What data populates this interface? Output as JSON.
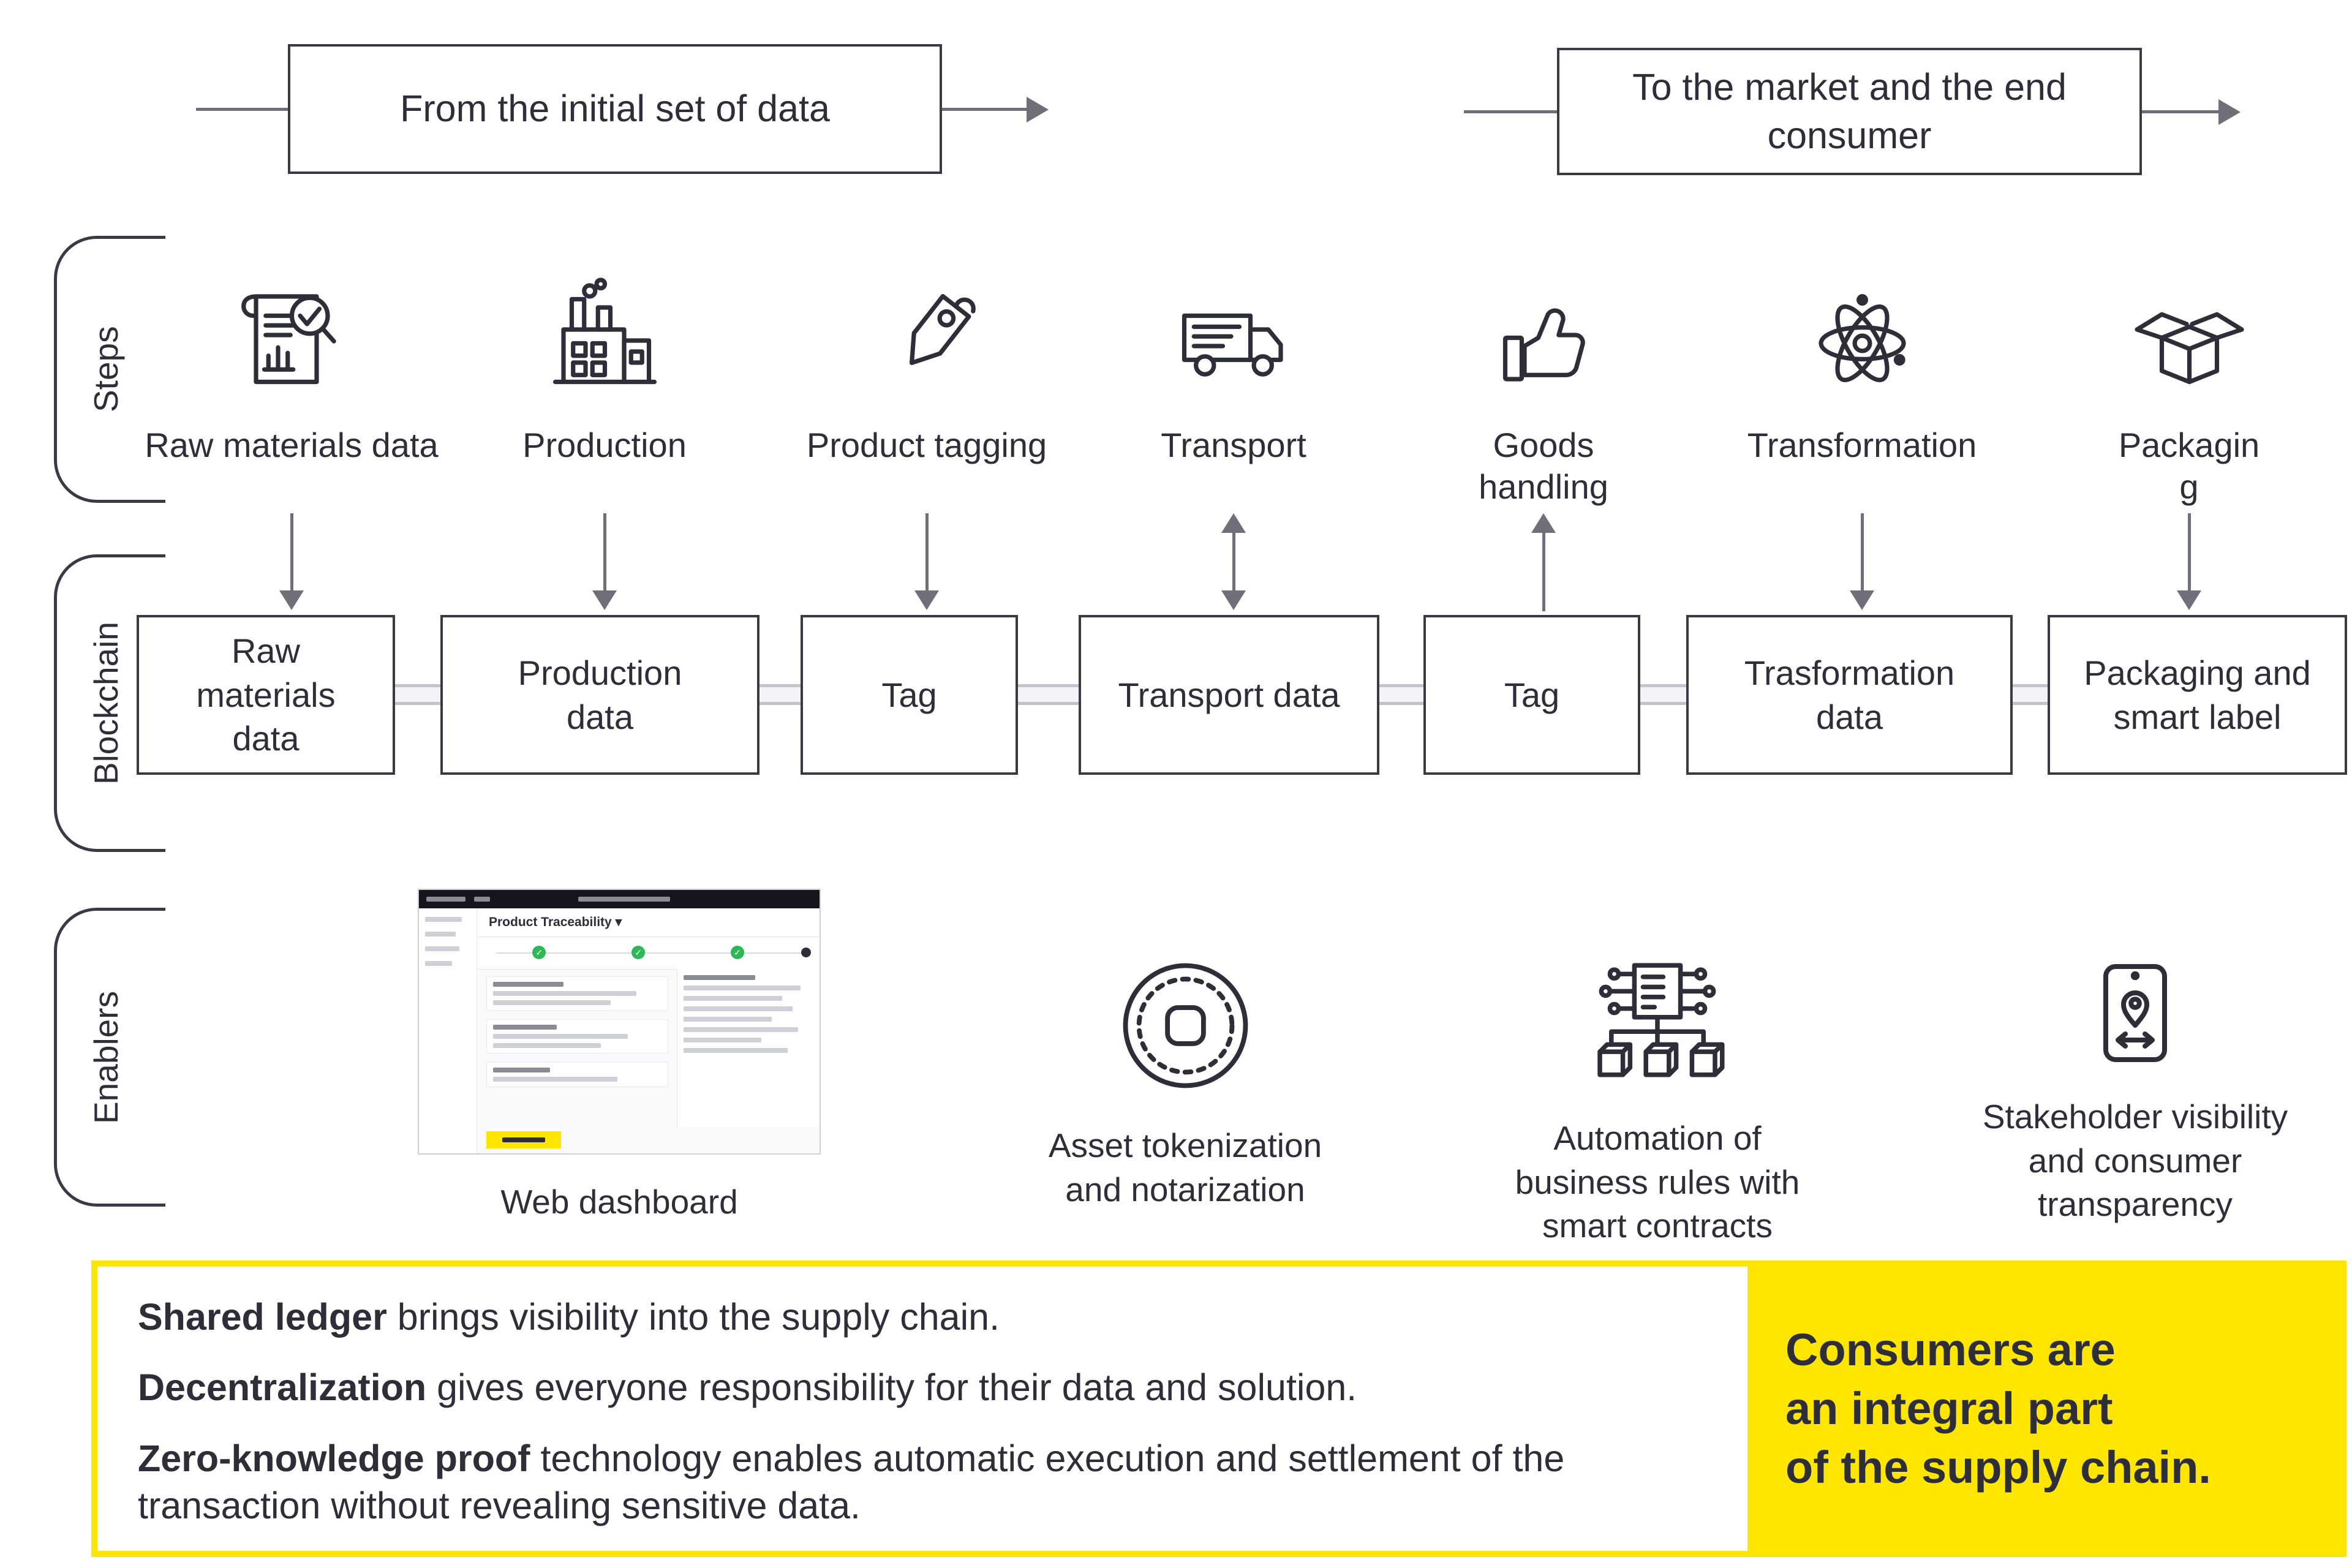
{
  "header": {
    "left": "From the initial set of data",
    "right": "To the market and the end consumer"
  },
  "sections": {
    "steps": "Steps",
    "blockchain": "Blockchain",
    "enablers": "Enablers"
  },
  "steps": [
    {
      "label": "Raw materials data",
      "icon": "document-chart-magnifier-icon",
      "arrow_to_blockchain": "down"
    },
    {
      "label": "Production",
      "icon": "factory-icon",
      "arrow_to_blockchain": "down"
    },
    {
      "label": "Product tagging",
      "icon": "price-tag-icon",
      "arrow_to_blockchain": "down"
    },
    {
      "label": "Transport",
      "icon": "truck-icon",
      "arrow_to_blockchain": "both"
    },
    {
      "label": "Goods\nhandling",
      "icon": "thumbs-up-icon",
      "arrow_to_blockchain": "up"
    },
    {
      "label": "Transformation",
      "icon": "atom-icon",
      "arrow_to_blockchain": "down"
    },
    {
      "label": "Packagin\ng",
      "icon": "open-box-icon",
      "arrow_to_blockchain": "down"
    }
  ],
  "blockchain_blocks": [
    "Raw\nmaterials\ndata",
    "Production\ndata",
    "Tag",
    "Transport data",
    "Tag",
    "Trasformation\ndata",
    "Packaging and\nsmart label"
  ],
  "enablers": [
    {
      "label": "Web dashboard",
      "icon": "web-dashboard-screenshot"
    },
    {
      "label": "Asset tokenization\nand notarization",
      "icon": "token-coin-icon"
    },
    {
      "label": "Automation of\nbusiness rules with\nsmart contracts",
      "icon": "smart-contract-icon"
    },
    {
      "label": "Stakeholder visibility\nand consumer\ntransparency",
      "icon": "tablet-location-icon"
    }
  ],
  "dashboard": {
    "title": "Product Traceability ▾"
  },
  "icons": {
    "check": "✓"
  },
  "footer": {
    "points": [
      {
        "bold": "Shared ledger",
        "text": " brings visibility into the supply chain."
      },
      {
        "bold": "Decentralization",
        "text": " gives everyone responsibility for their data and solution."
      },
      {
        "bold": "Zero-knowledge proof",
        "text": " technology enables automatic execution and settlement of the transaction without revealing sensitive data."
      }
    ],
    "highlight": "Consumers are\nan integral part\nof the supply chain."
  },
  "colors": {
    "accent_yellow": "#ffe600",
    "ink": "#2e2e38",
    "line_gray": "#6f6f7a",
    "success_green": "#2db757"
  }
}
